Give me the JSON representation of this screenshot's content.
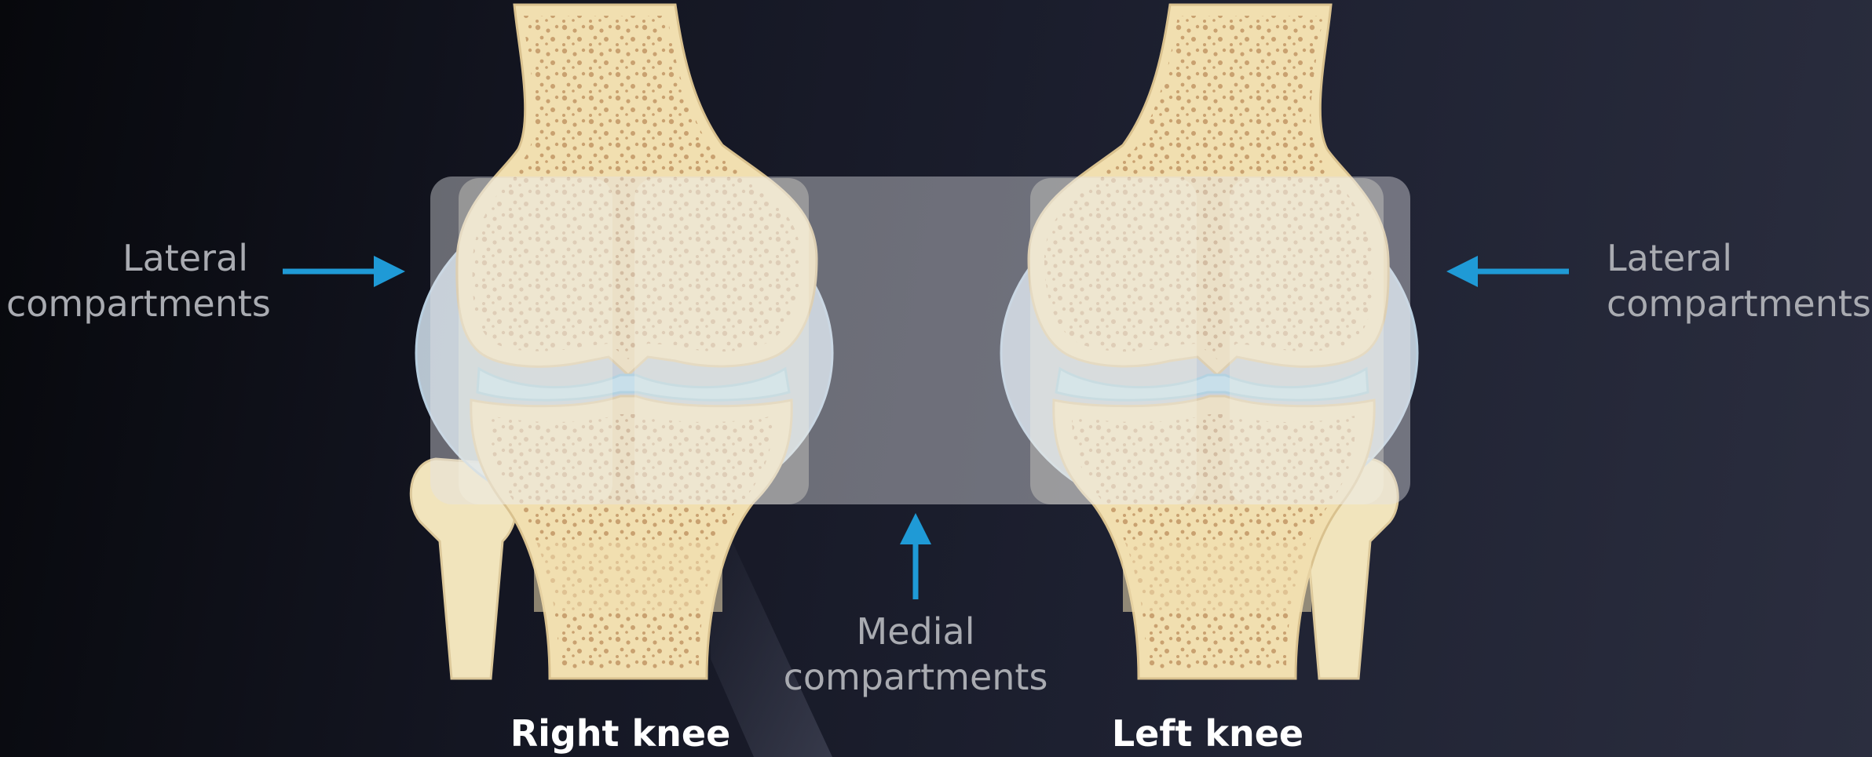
{
  "labels": {
    "lateral_left_line1": "Lateral",
    "lateral_left_line2": "compartments",
    "lateral_right_line1": "Lateral",
    "lateral_right_line2": "compartments",
    "medial_line1": "Medial",
    "medial_line2": "compartments"
  },
  "captions": {
    "right_knee": "Right knee",
    "left_knee": "Left knee"
  },
  "colors": {
    "arrow": "#1f9ad6",
    "bone": "#efdcab",
    "bone_edge": "#d8c08c",
    "spongy": "#c79d6c",
    "cartilage": "#b7dceb",
    "capsule": "#cfe0ef",
    "overlay": "rgba(225,225,230,0.42)",
    "label_text": "#a9abb1",
    "caption_text": "#ffffff"
  }
}
